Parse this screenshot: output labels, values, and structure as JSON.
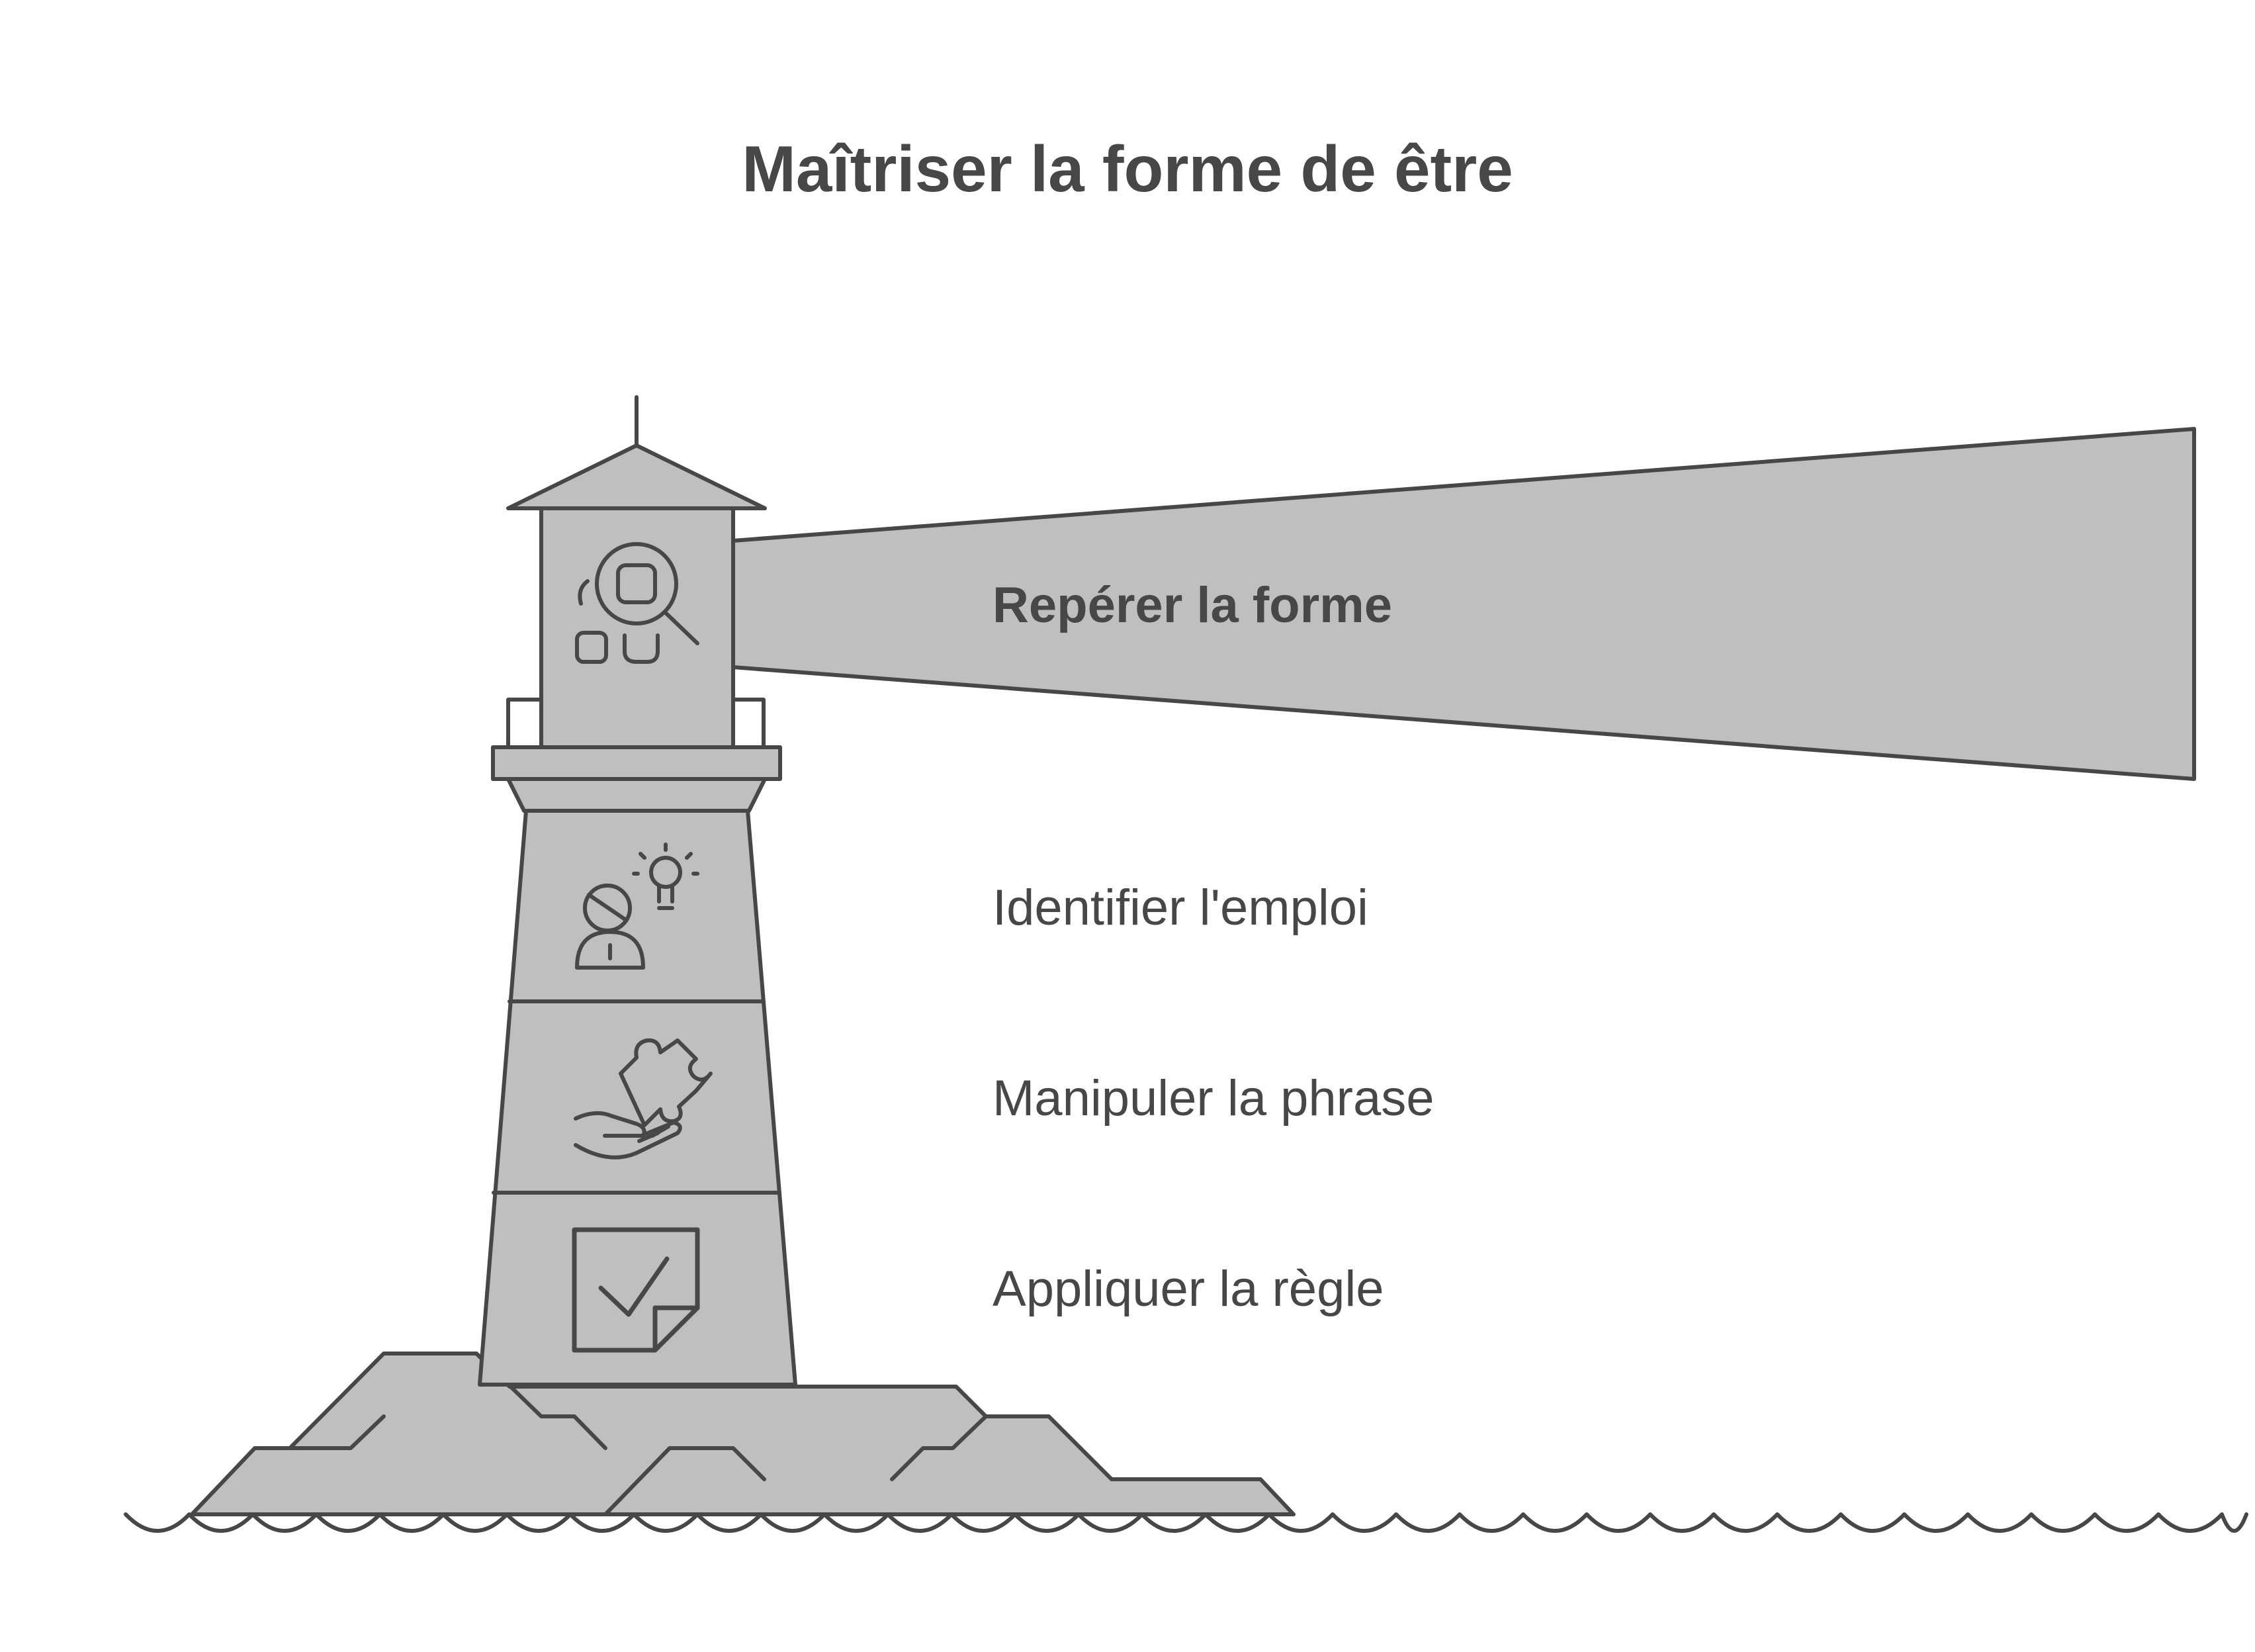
{
  "title": "Maîtriser la forme de être",
  "steps": [
    {
      "label": "Repérer la forme",
      "icon": "search-shapes-icon",
      "emphasis": true
    },
    {
      "label": "Identifier l'emploi",
      "icon": "person-idea-icon",
      "emphasis": false
    },
    {
      "label": "Manipuler la phrase",
      "icon": "hand-puzzle-icon",
      "emphasis": false
    },
    {
      "label": "Appliquer la règle",
      "icon": "checked-document-icon",
      "emphasis": false
    }
  ],
  "colors": {
    "fill": "#bfbfbf",
    "stroke": "#474747",
    "background": "#ffffff"
  }
}
